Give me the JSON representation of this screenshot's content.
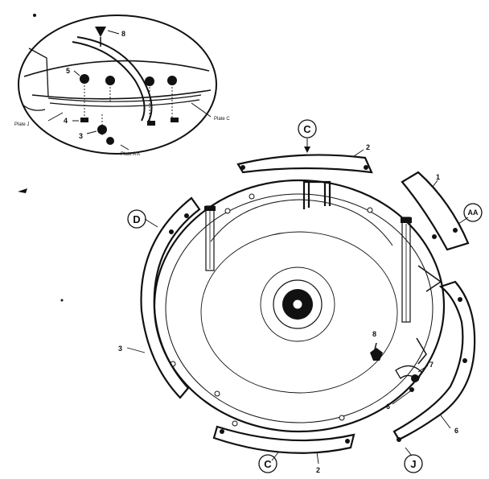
{
  "inset": {
    "part_8": "8",
    "part_5": "5",
    "part_4": "4",
    "part_3": "3",
    "callout_plate_c": "Plate C",
    "callout_plate_aa": "Plate A A",
    "callout_plate_j": "Plate J"
  },
  "main": {
    "circle_c_top": "C",
    "circle_c_bottom": "C",
    "circle_d": "D",
    "circle_aa": "AA",
    "circle_j": "J",
    "part_2_top": "2",
    "part_2_bottom": "2",
    "part_1": "1",
    "part_3": "3",
    "part_6_right": "6",
    "part_6_small": "6",
    "part_7": "7",
    "part_8": "8"
  }
}
